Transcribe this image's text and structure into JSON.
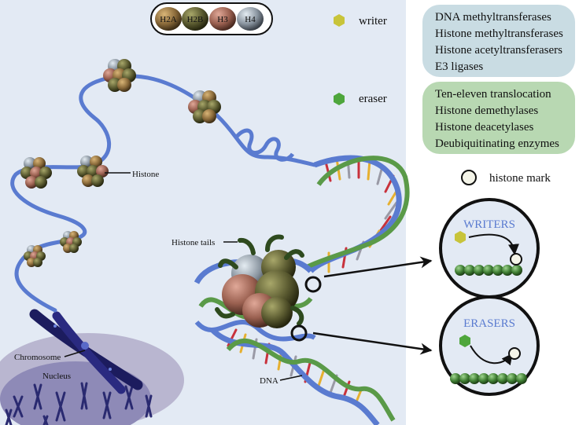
{
  "legend_histones": [
    "H2A",
    "H2B",
    "H3",
    "H4"
  ],
  "legend_writer": "writer",
  "legend_eraser": "eraser",
  "legend_mark": "histone mark",
  "writer_enzymes": [
    "DNA methyltransferases",
    "Histone methyltransferases",
    "Histone acetyltransferasers",
    "E3 ligases"
  ],
  "eraser_enzymes": [
    "Ten-eleven translocation",
    "Histone demethylases",
    "Histone deacetylases",
    "Deubiquitinating enzymes"
  ],
  "labels": {
    "histone": "Histone",
    "histone_tails": "Histone tails",
    "chromosome": "Chromosome",
    "nucleus": "Nucleus",
    "dna": "DNA"
  },
  "panel_writers": "WRITERS",
  "panel_erasers": "ERASERS",
  "colors": {
    "panel_bg": "#e3eaf4",
    "dna_strand": "#5a7bd0",
    "green_strand": "#5a9a48",
    "writer_hex": "#c8c43a",
    "eraser_hex": "#4ea63c",
    "h2a": "#8a6a3a",
    "h2b": "#5a5a30",
    "h3": "#9a6050",
    "h4": "#8a95a0"
  }
}
